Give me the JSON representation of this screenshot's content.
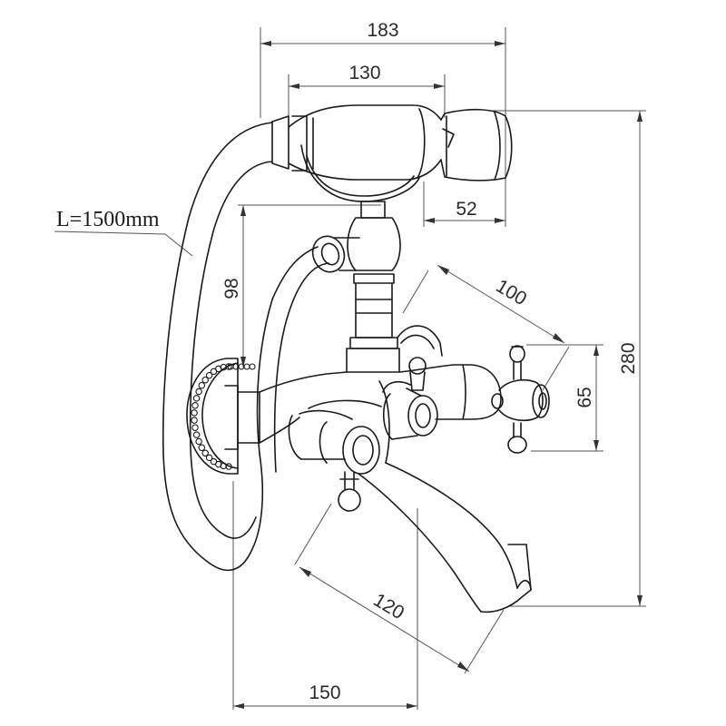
{
  "hose_label": "L=1500mm",
  "dimensions": {
    "d183": "183",
    "d130": "130",
    "d52": "52",
    "d98": "98",
    "d100": "100",
    "d65": "65",
    "d280": "280",
    "d120": "120",
    "d150": "150"
  }
}
